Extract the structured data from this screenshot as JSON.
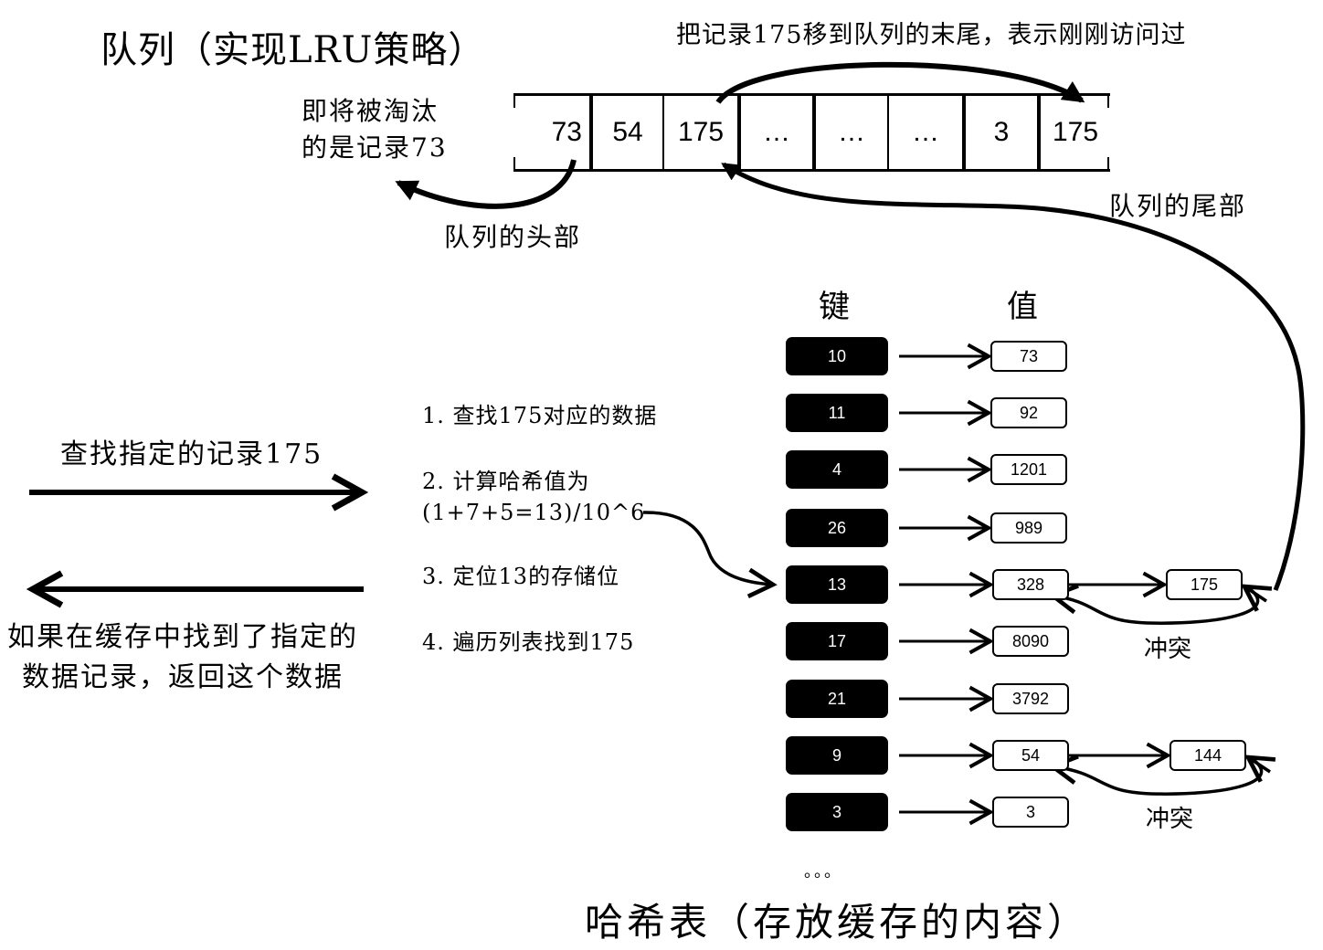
{
  "queue": {
    "title": "队列（实现LRU策略）",
    "move_note": "把记录175移到队列的末尾，表示刚刚访问过",
    "evict_note_line1": "即将被淘汰",
    "evict_note_line2": "的是记录73",
    "head_label": "队列的头部",
    "tail_label": "队列的尾部",
    "cells": [
      "73",
      "54",
      "175",
      "…",
      "…",
      "…",
      "3",
      "175"
    ]
  },
  "left": {
    "request_label": "查找指定的记录175",
    "response_line1": "如果在缓存中找到了指定的",
    "response_line2": "数据记录，返回这个数据"
  },
  "steps": {
    "step1": "1. 查找175对应的数据",
    "step2_line1": "2. 计算哈希值为",
    "step2_line2": "(1+7+5=13)/10^6",
    "step3": "3. 定位13的存储位",
    "step4": "4.  遍历列表找到175"
  },
  "hashtable": {
    "key_header": "键",
    "value_header": "值",
    "rows": [
      {
        "key": "10",
        "value": "73"
      },
      {
        "key": "11",
        "value": "92"
      },
      {
        "key": "4",
        "value": "1201"
      },
      {
        "key": "26",
        "value": "989"
      },
      {
        "key": "13",
        "value": "328",
        "chain": "175",
        "conflict": ""
      },
      {
        "key": "17",
        "value": "8090"
      },
      {
        "key": "21",
        "value": "3792"
      },
      {
        "key": "9",
        "value": "54",
        "chain": "144"
      },
      {
        "key": "3",
        "value": "3"
      }
    ],
    "conflict_label_1": "冲突",
    "conflict_label_2": "冲突",
    "ellipsis": "。。。",
    "title": "哈希表（存放缓存的内容）"
  },
  "colors": {
    "ink": "#000000",
    "background": "#ffffff",
    "key_fill": "#000000",
    "key_text": "#ffffff"
  }
}
